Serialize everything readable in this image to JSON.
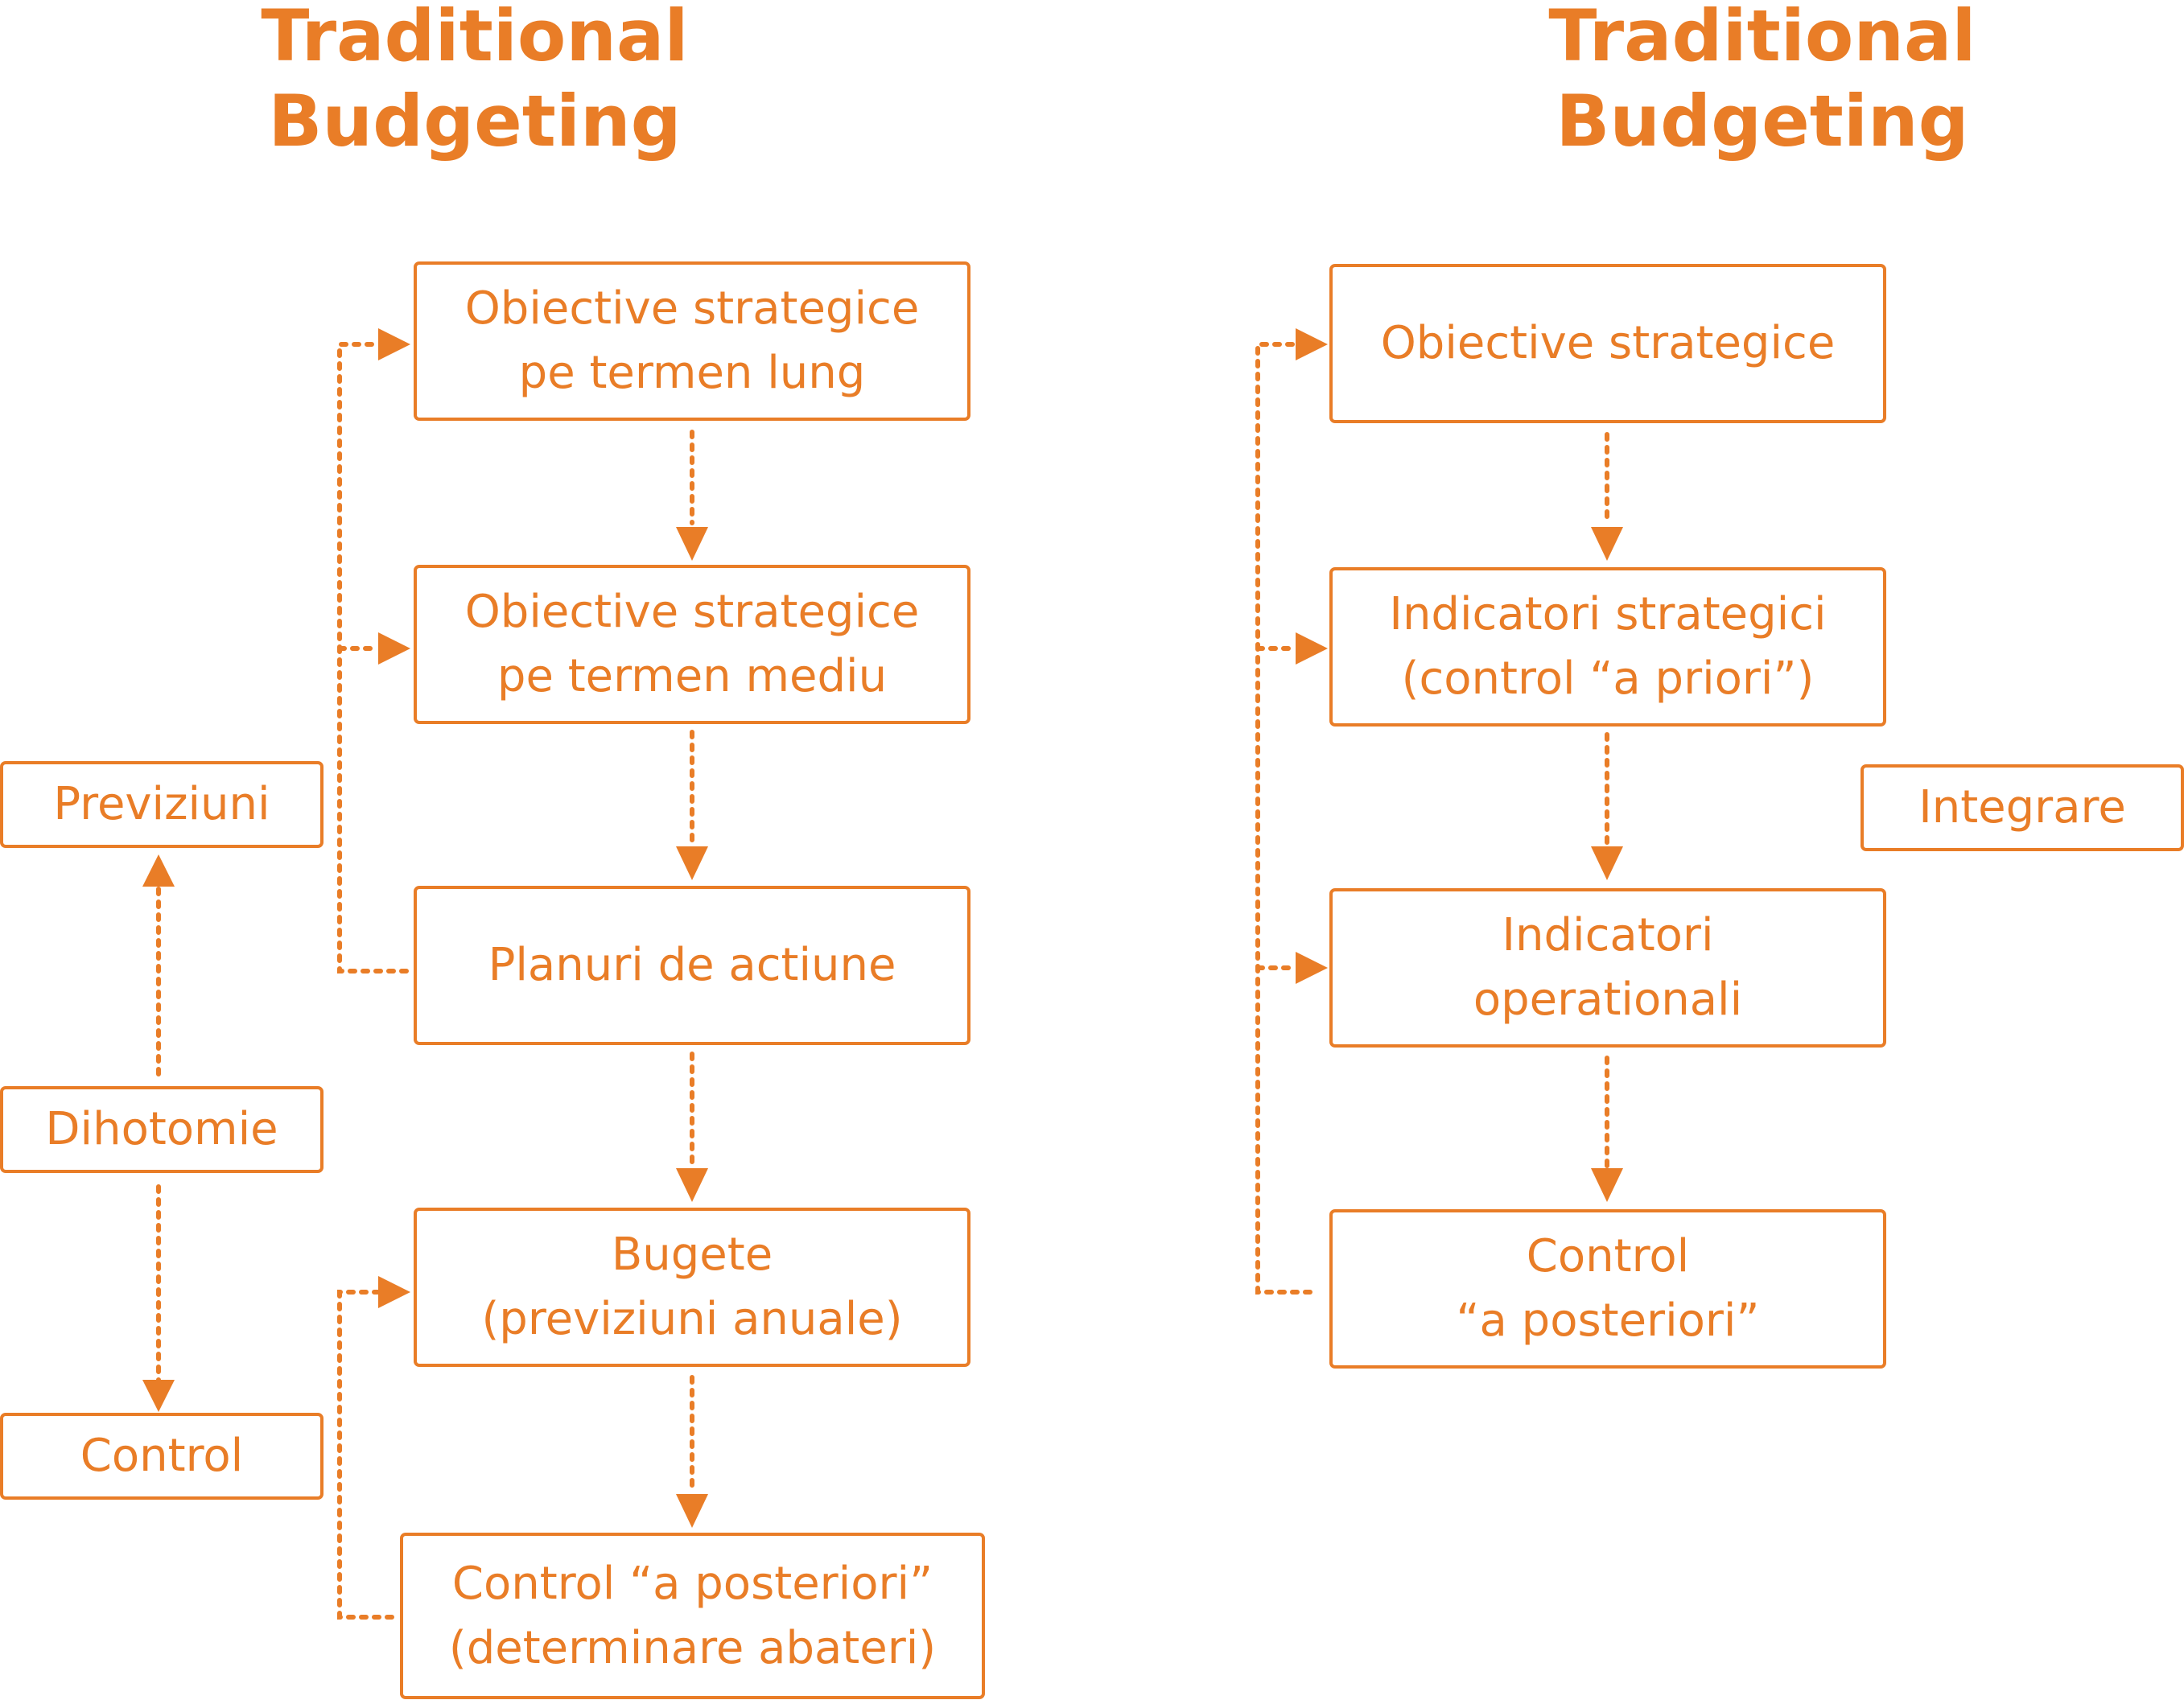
{
  "colors": {
    "accent": "#e97d27",
    "background": "#ffffff"
  },
  "left_panel": {
    "title_line1": "Traditional",
    "title_line2": "Budgeting",
    "flow": [
      "Obiective strategice\npe termen lung",
      "Obiective strategice\npe termen mediu",
      "Planuri de actiune",
      "Bugete\n(previziuni anuale)",
      "Control “a posteriori”\n(determinare abateri)"
    ],
    "side": [
      "Previziuni",
      "Dihotomie",
      "Control"
    ]
  },
  "right_panel": {
    "title_line1": "Traditional",
    "title_line2": "Budgeting",
    "flow": [
      "Obiective strategice",
      "Indicatori strategici\n(control “a priori”)",
      "Indicatori\noperationali",
      "Control\n“a posteriori”"
    ],
    "side": [
      "Integrare"
    ]
  }
}
